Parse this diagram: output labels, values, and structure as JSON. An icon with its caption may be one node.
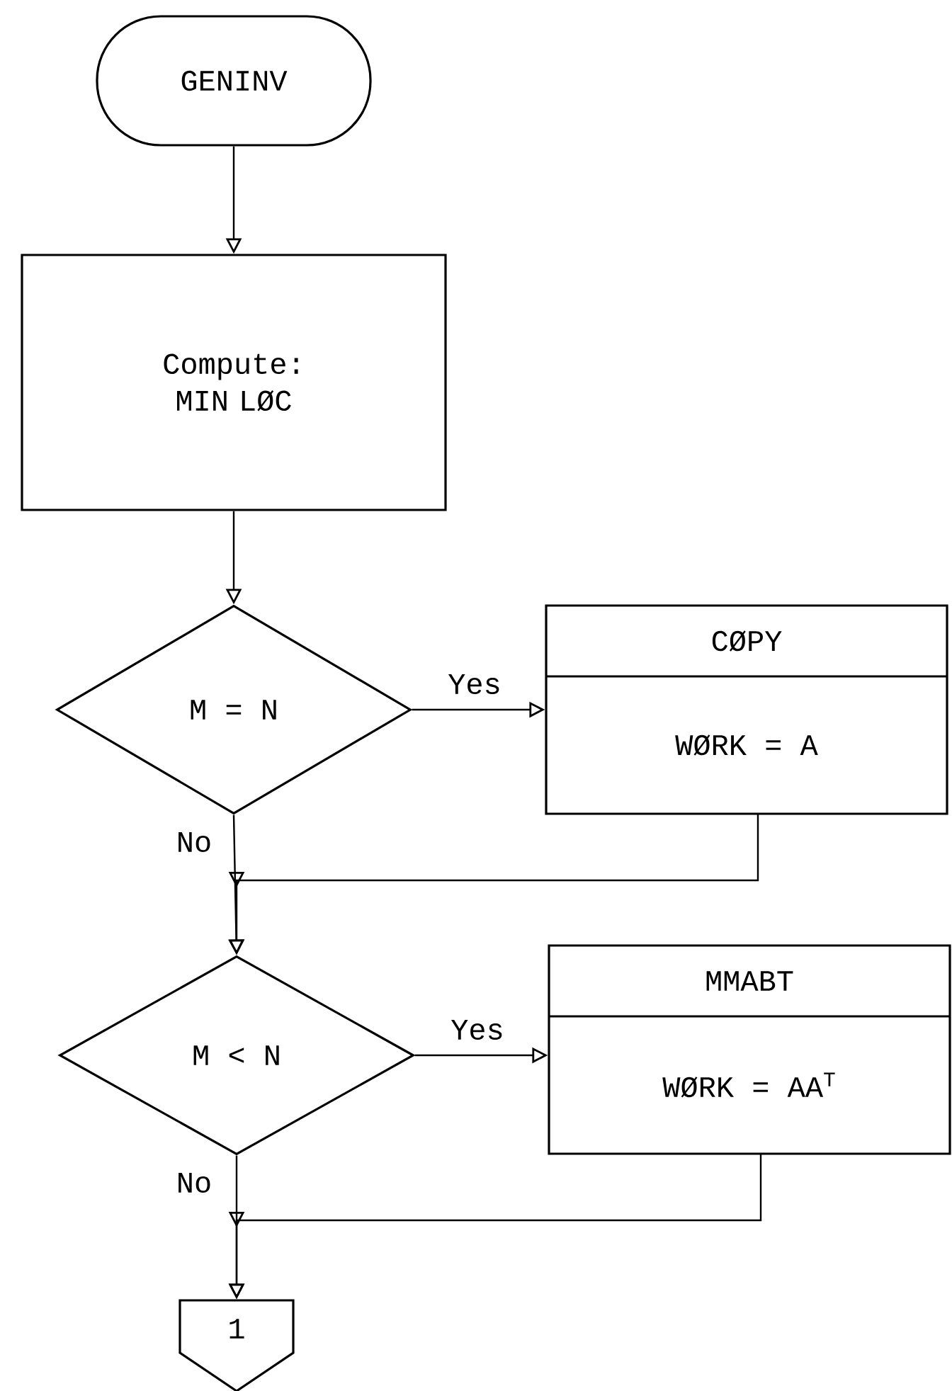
{
  "diagram": {
    "nodes": [
      {
        "text": [
          "GENINV"
        ]
      },
      {
        "text": [
          "Compute: MIN LØC"
        ]
      },
      {
        "text": [
          "M = N"
        ]
      },
      {
        "text": [
          "CØPY",
          "WØRK = A"
        ]
      },
      {
        "text": [
          "M < N"
        ]
      },
      {
        "text": [
          "MMABT",
          "WØRK = AA$^{T}$"
        ]
      },
      {
        "text": [
          "1"
        ]
      }
    ],
    "edges": [
      {
        "from": 0,
        "to": 1,
        "arrow": "to"
      },
      {
        "from": 1,
        "to": 2,
        "arrow": "to"
      },
      {
        "from": 2,
        "to": 3,
        "arrow": "to",
        "label": "Yes"
      },
      {
        "from": 2,
        "to": 4,
        "arrow": "to",
        "label": "No"
      },
      {
        "from": 3,
        "to": 4,
        "arrow": "to"
      },
      {
        "from": 4,
        "to": 5,
        "arrow": "to",
        "label": "Yes"
      },
      {
        "from": 4,
        "to": 6,
        "arrow": "to",
        "label": "No"
      },
      {
        "from": 5,
        "to": 6,
        "arrow": "to"
      }
    ]
  }
}
